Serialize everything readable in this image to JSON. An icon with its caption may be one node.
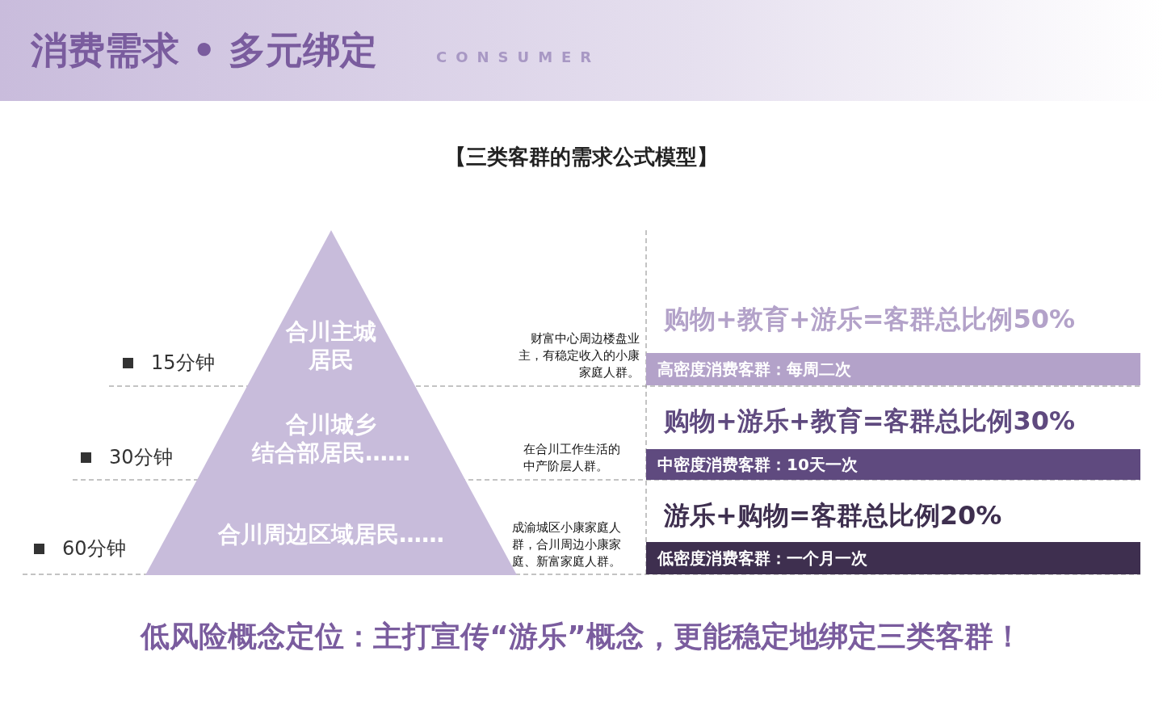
{
  "diagram": {
    "title": "消费需求 • 多元绑定",
    "caption": "低风险概念定位：主打宣传“游乐”概念，更能稳定地绑定三类客群！",
    "nodes": [
      {
        "text": [
          "合川主城居民"
        ]
      },
      {
        "text": [
          "合川城乡结合部居民……"
        ]
      },
      {
        "text": [
          "合川周边区域居民……"
        ]
      },
      {
        "text": [
          "高密度消费客群：每周二次"
        ],
        "beside": [
          "购物+教育+游乐=客群总比例50%"
        ]
      },
      {
        "text": [
          "中密度消费客群：10天一次"
        ],
        "beside": [
          "购物+游乐+教育=客群总比例30%"
        ]
      },
      {
        "text": [
          "低密度消费客群：一个月一次"
        ],
        "beside": [
          "游乐+购物=客群总比例20%"
        ]
      }
    ],
    "edges": [],
    "labels": [
      "CONSUMER",
      "【三类客群的需求公式模型】",
      "15分钟",
      "财富中心周边楼盘业主，有稳定收入的小康家庭人群。",
      "30分钟",
      "在合川工作生活的中产阶层人群。",
      "60分钟",
      "成渝城区小康家庭人群，合川周边小康家庭、新富家庭人群。"
    ]
  }
}
